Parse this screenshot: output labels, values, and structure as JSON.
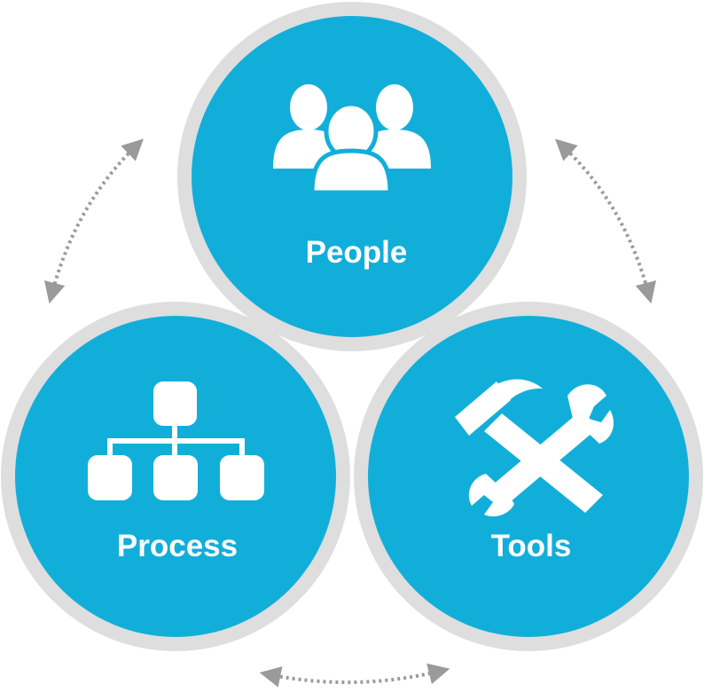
{
  "colors": {
    "circle_fill": "#12AEDA",
    "ring": "#DEDEDE",
    "icon": "#FFFFFF",
    "arrow": "#9A9A9A"
  },
  "nodes": {
    "people": {
      "label": "People",
      "icon": "people-group-icon"
    },
    "process": {
      "label": "Process",
      "icon": "org-chart-icon"
    },
    "tools": {
      "label": "Tools",
      "icon": "hammer-wrench-icon"
    }
  },
  "connectors": [
    {
      "from": "People",
      "to": "Process",
      "style": "dotted-double-arrow"
    },
    {
      "from": "People",
      "to": "Tools",
      "style": "dotted-double-arrow"
    },
    {
      "from": "Process",
      "to": "Tools",
      "style": "dotted-double-arrow"
    }
  ]
}
